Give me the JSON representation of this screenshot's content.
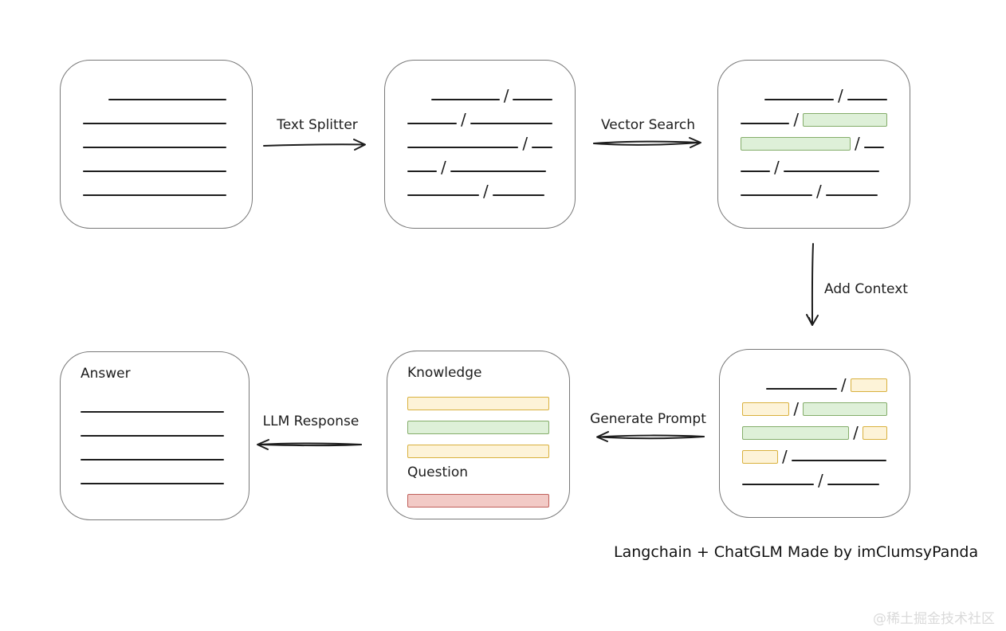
{
  "colors": {
    "ink": "#1d1d1d",
    "box_border": "#787878",
    "green_fill": "#def0d8",
    "green_border": "#84ad6a",
    "yellow_fill": "#fdf3d8",
    "yellow_border": "#d9b13e",
    "red_fill": "#f2cac6",
    "red_border": "#bf5f5a",
    "caption_color": "#111111",
    "watermark_color": "#dadada"
  },
  "arrows": {
    "text_splitter": {
      "label": "Text Splitter"
    },
    "vector_search": {
      "label": "Vector Search"
    },
    "add_context": {
      "label": "Add Context"
    },
    "generate_prompt": {
      "label": "Generate Prompt"
    },
    "llm_response": {
      "label": "LLM Response"
    }
  },
  "boxes": {
    "source_document": {
      "rows": [
        [
          {
            "type": "line",
            "w": 148,
            "indent": 32
          }
        ],
        [
          {
            "type": "line",
            "w": 180
          }
        ],
        [
          {
            "type": "line",
            "w": 180
          }
        ],
        [
          {
            "type": "line",
            "w": 180
          }
        ],
        [
          {
            "type": "line",
            "w": 180
          }
        ]
      ]
    },
    "split_chunks": {
      "rows": [
        [
          {
            "type": "line",
            "w": 90,
            "indent": 30
          },
          {
            "type": "slash"
          },
          {
            "type": "line",
            "w": 52
          }
        ],
        [
          {
            "type": "line",
            "w": 62
          },
          {
            "type": "slash"
          },
          {
            "type": "line",
            "w": 103
          }
        ],
        [
          {
            "type": "line",
            "w": 140
          },
          {
            "type": "slash"
          },
          {
            "type": "line",
            "w": 26
          }
        ],
        [
          {
            "type": "line",
            "w": 37
          },
          {
            "type": "slash"
          },
          {
            "type": "line",
            "w": 120
          }
        ],
        [
          {
            "type": "line",
            "w": 90
          },
          {
            "type": "slash"
          },
          {
            "type": "line",
            "w": 65
          }
        ]
      ]
    },
    "matched_chunks": {
      "rows": [
        [
          {
            "type": "line",
            "w": 90,
            "indent": 30
          },
          {
            "type": "slash"
          },
          {
            "type": "line",
            "w": 52
          }
        ],
        [
          {
            "type": "line",
            "w": 62
          },
          {
            "type": "slash"
          },
          {
            "type": "chip",
            "color": "green",
            "w": 107
          }
        ],
        [
          {
            "type": "chip",
            "color": "green",
            "w": 138
          },
          {
            "type": "slash"
          },
          {
            "type": "line",
            "w": 25
          }
        ],
        [
          {
            "type": "line",
            "w": 37
          },
          {
            "type": "slash"
          },
          {
            "type": "line",
            "w": 120
          }
        ],
        [
          {
            "type": "line",
            "w": 90
          },
          {
            "type": "slash"
          },
          {
            "type": "line",
            "w": 65
          }
        ]
      ]
    },
    "context_chunks": {
      "rows": [
        [
          {
            "type": "line",
            "w": 90,
            "indent": 30
          },
          {
            "type": "slash"
          },
          {
            "type": "chip",
            "color": "yellow",
            "w": 47
          }
        ],
        [
          {
            "type": "chip",
            "color": "yellow",
            "w": 60
          },
          {
            "type": "slash"
          },
          {
            "type": "chip",
            "color": "green",
            "w": 107
          }
        ],
        [
          {
            "type": "chip",
            "color": "green",
            "w": 138
          },
          {
            "type": "slash"
          },
          {
            "type": "chip",
            "color": "yellow",
            "w": 32
          }
        ],
        [
          {
            "type": "chip",
            "color": "yellow",
            "w": 45
          },
          {
            "type": "slash"
          },
          {
            "type": "line",
            "w": 119
          }
        ],
        [
          {
            "type": "line",
            "w": 90
          },
          {
            "type": "slash"
          },
          {
            "type": "line",
            "w": 65
          }
        ]
      ]
    },
    "prompt": {
      "knowledge_label": "Knowledge",
      "question_label": "Question",
      "knowledge_rows": [
        [
          {
            "type": "chip",
            "color": "yellow",
            "w": 180
          }
        ],
        [
          {
            "type": "chip",
            "color": "green",
            "w": 180
          }
        ],
        [
          {
            "type": "chip",
            "color": "yellow",
            "w": 180
          }
        ]
      ],
      "question_rows": [
        [
          {
            "type": "chip",
            "color": "red",
            "w": 180
          }
        ]
      ]
    },
    "answer": {
      "label": "Answer",
      "rows": [
        [
          {
            "type": "line",
            "w": 180
          }
        ],
        [
          {
            "type": "line",
            "w": 180
          }
        ],
        [
          {
            "type": "line",
            "w": 180
          }
        ],
        [
          {
            "type": "line",
            "w": 180
          }
        ]
      ]
    }
  },
  "caption": "Langchain + ChatGLM Made by imClumsyPanda",
  "watermark": "@稀土掘金技术社区"
}
